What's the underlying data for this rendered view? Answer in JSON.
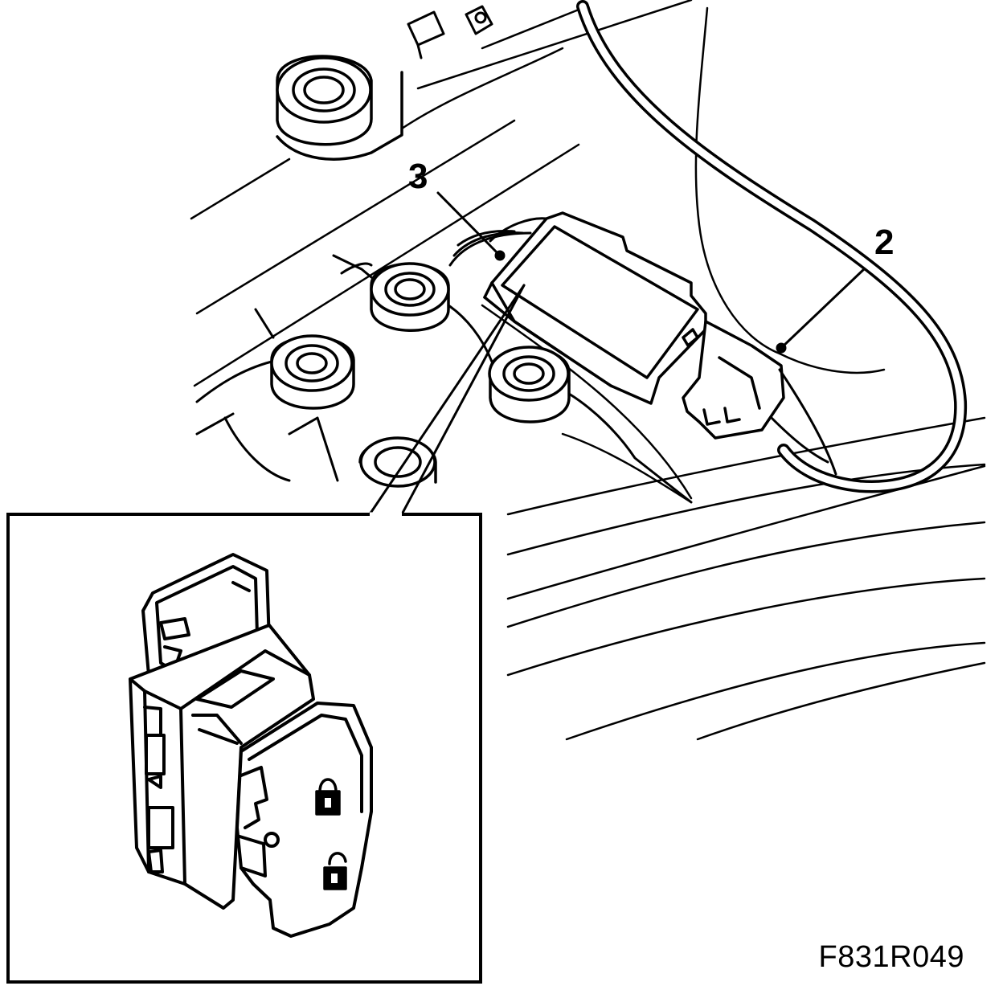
{
  "figure": {
    "code": "F831R049",
    "callouts": [
      {
        "id": "callout-3",
        "label": "3"
      },
      {
        "id": "callout-2",
        "label": "2"
      }
    ]
  },
  "colors": {
    "line": "#000000",
    "background": "#ffffff"
  },
  "icons": [
    "lock-closed-icon",
    "lock-open-icon"
  ]
}
